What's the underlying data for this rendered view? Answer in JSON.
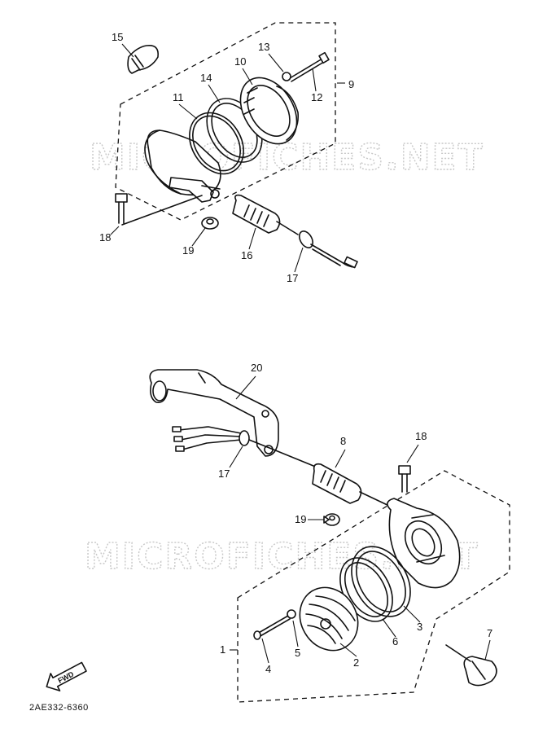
{
  "watermark": {
    "text": "MICROFICHES.NET"
  },
  "diagram_code": "2AE332-6360",
  "direction_marker": {
    "label": "FWD",
    "icon": "forward-arrow-icon"
  },
  "callouts": {
    "p1": "1",
    "p2": "2",
    "p3": "3",
    "p4": "4",
    "p5": "5",
    "p6": "6",
    "p7": "7",
    "p8": "8",
    "p9": "9",
    "p10": "10",
    "p11": "11",
    "p12": "12",
    "p13": "13",
    "p14": "14",
    "p15": "15",
    "p16": "16",
    "p17a": "17",
    "p17b": "17",
    "p18a": "18",
    "p18b": "18",
    "p19a": "19",
    "p19b": "19",
    "p20": "20"
  }
}
